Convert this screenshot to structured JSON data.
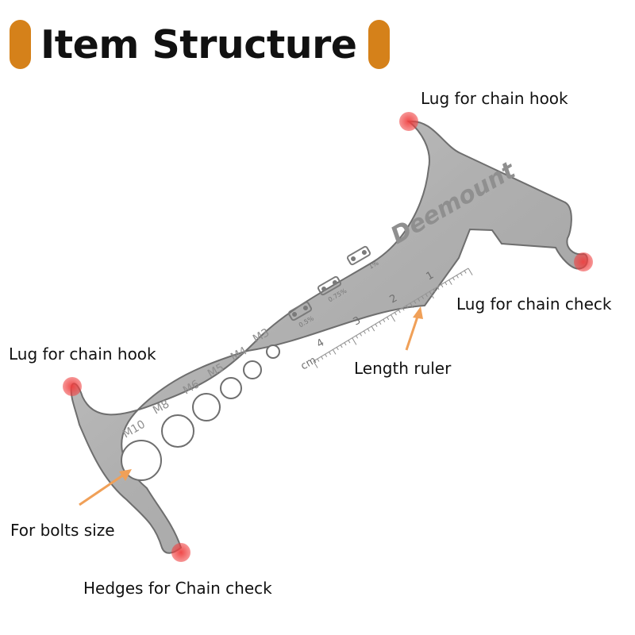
{
  "heading": {
    "title": "Item Structure",
    "accent_color": "#d5811a"
  },
  "product": {
    "brand": "Deemount",
    "hole_sizes": [
      "M10",
      "M8",
      "M6",
      "M5",
      "M4",
      "M3"
    ],
    "wear_marks": [
      "0.5%",
      "0.75%",
      "1%"
    ],
    "ruler_numbers": [
      "1",
      "2",
      "3",
      "4"
    ],
    "ruler_unit": "cm"
  },
  "callouts": {
    "lug_hook_top": "Lug for chain hook",
    "lug_check": "Lug for chain check",
    "length_ruler": "Length ruler",
    "lug_hook_left": "Lug for chain hook",
    "bolts_size": "For bolts size",
    "hedges_check": "Hedges for Chain check"
  },
  "colors": {
    "marker": "#ef4040",
    "arrow": "#f0a058",
    "metal": "#b4b4b4"
  }
}
